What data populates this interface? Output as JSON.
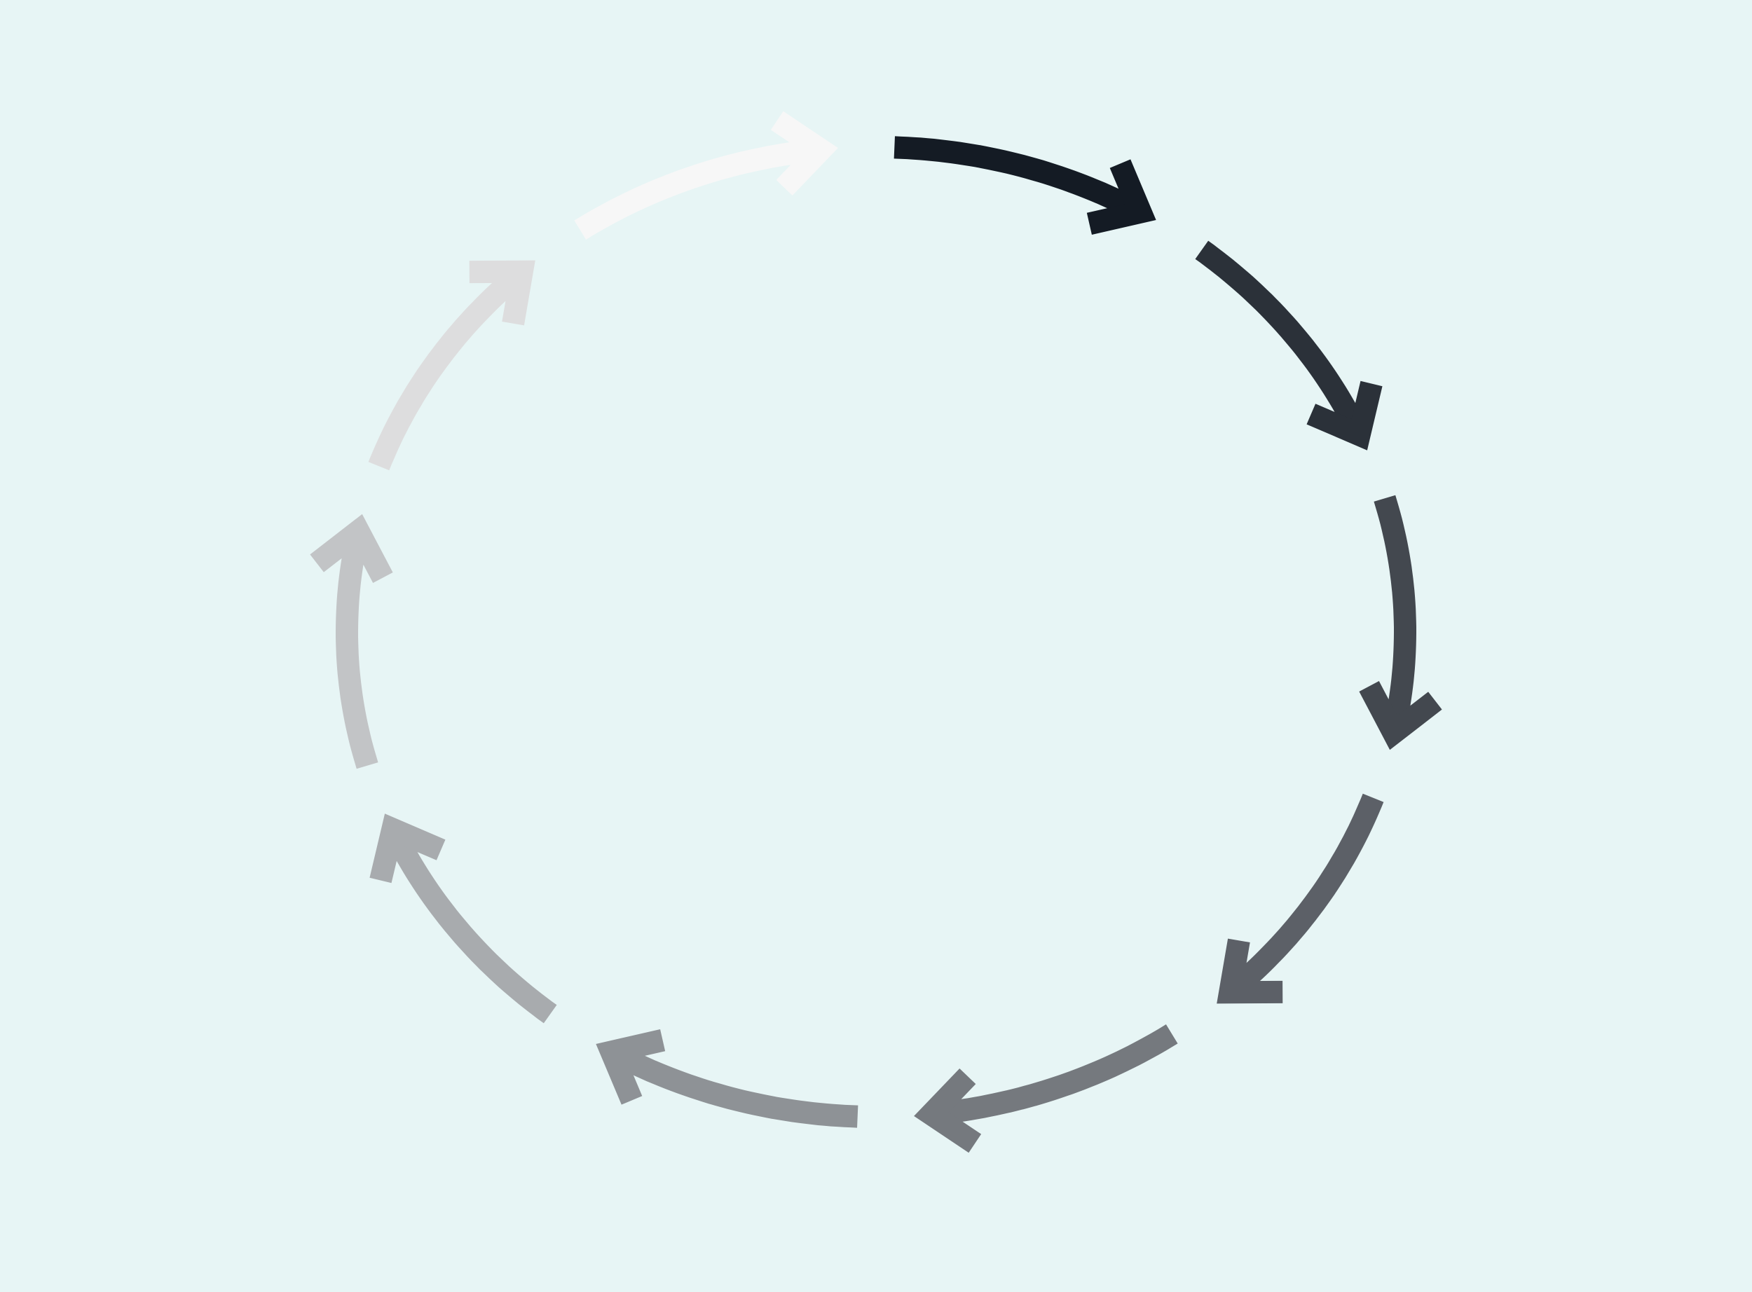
{
  "diagram": {
    "kind": "cycle",
    "direction": "clockwise",
    "segment_count": 10,
    "background_color": "#e7f5f5",
    "gradient_start_color": "#141b24",
    "gradient_end_color": "#f7f7f7",
    "gradient_note_color_mid": "#848a92",
    "segments": [
      {
        "name": "arrow-segment-1"
      },
      {
        "name": "arrow-segment-2"
      },
      {
        "name": "arrow-segment-3"
      },
      {
        "name": "arrow-segment-4"
      },
      {
        "name": "arrow-segment-5"
      },
      {
        "name": "arrow-segment-6"
      },
      {
        "name": "arrow-segment-7"
      },
      {
        "name": "arrow-segment-8"
      },
      {
        "name": "arrow-segment-9"
      },
      {
        "name": "arrow-segment-10"
      }
    ]
  }
}
